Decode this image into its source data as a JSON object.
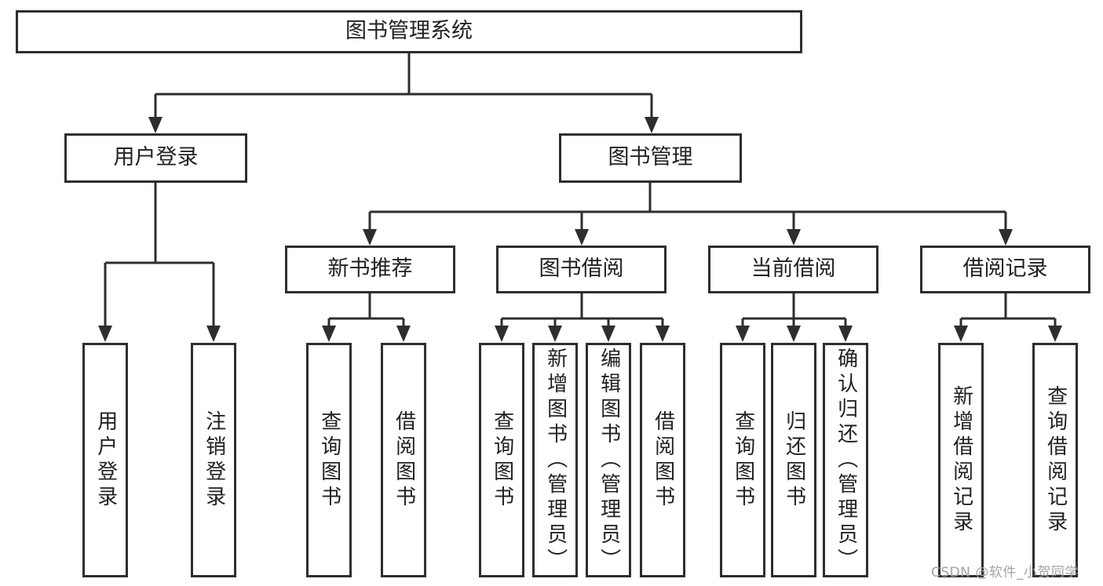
{
  "diagram": {
    "root": {
      "label": "图书管理系统",
      "children": [
        {
          "label": "用户登录",
          "children": [
            {
              "label": "用户登录"
            },
            {
              "label": "注销登录"
            }
          ]
        },
        {
          "label": "图书管理",
          "children": [
            {
              "label": "新书推荐",
              "children": [
                {
                  "label": "查询图书"
                },
                {
                  "label": "借阅图书"
                }
              ]
            },
            {
              "label": "图书借阅",
              "children": [
                {
                  "label": "查询图书"
                },
                {
                  "label": "新增图书（管理员）"
                },
                {
                  "label": "编辑图书（管理员）"
                },
                {
                  "label": "借阅图书"
                }
              ]
            },
            {
              "label": "当前借阅",
              "children": [
                {
                  "label": "查询图书"
                },
                {
                  "label": "归还图书"
                },
                {
                  "label": "确认归还（管理员）"
                }
              ]
            },
            {
              "label": "借阅记录",
              "children": [
                {
                  "label": "新增借阅记录"
                },
                {
                  "label": "查询借阅记录"
                }
              ]
            }
          ]
        }
      ]
    },
    "watermark": {
      "text": "CSDN @软件_小贺同学"
    },
    "colors": {
      "line": "#2e2e2e",
      "text": "#212121",
      "watermark": "#a3a3a3",
      "background": "#ffffff"
    }
  }
}
